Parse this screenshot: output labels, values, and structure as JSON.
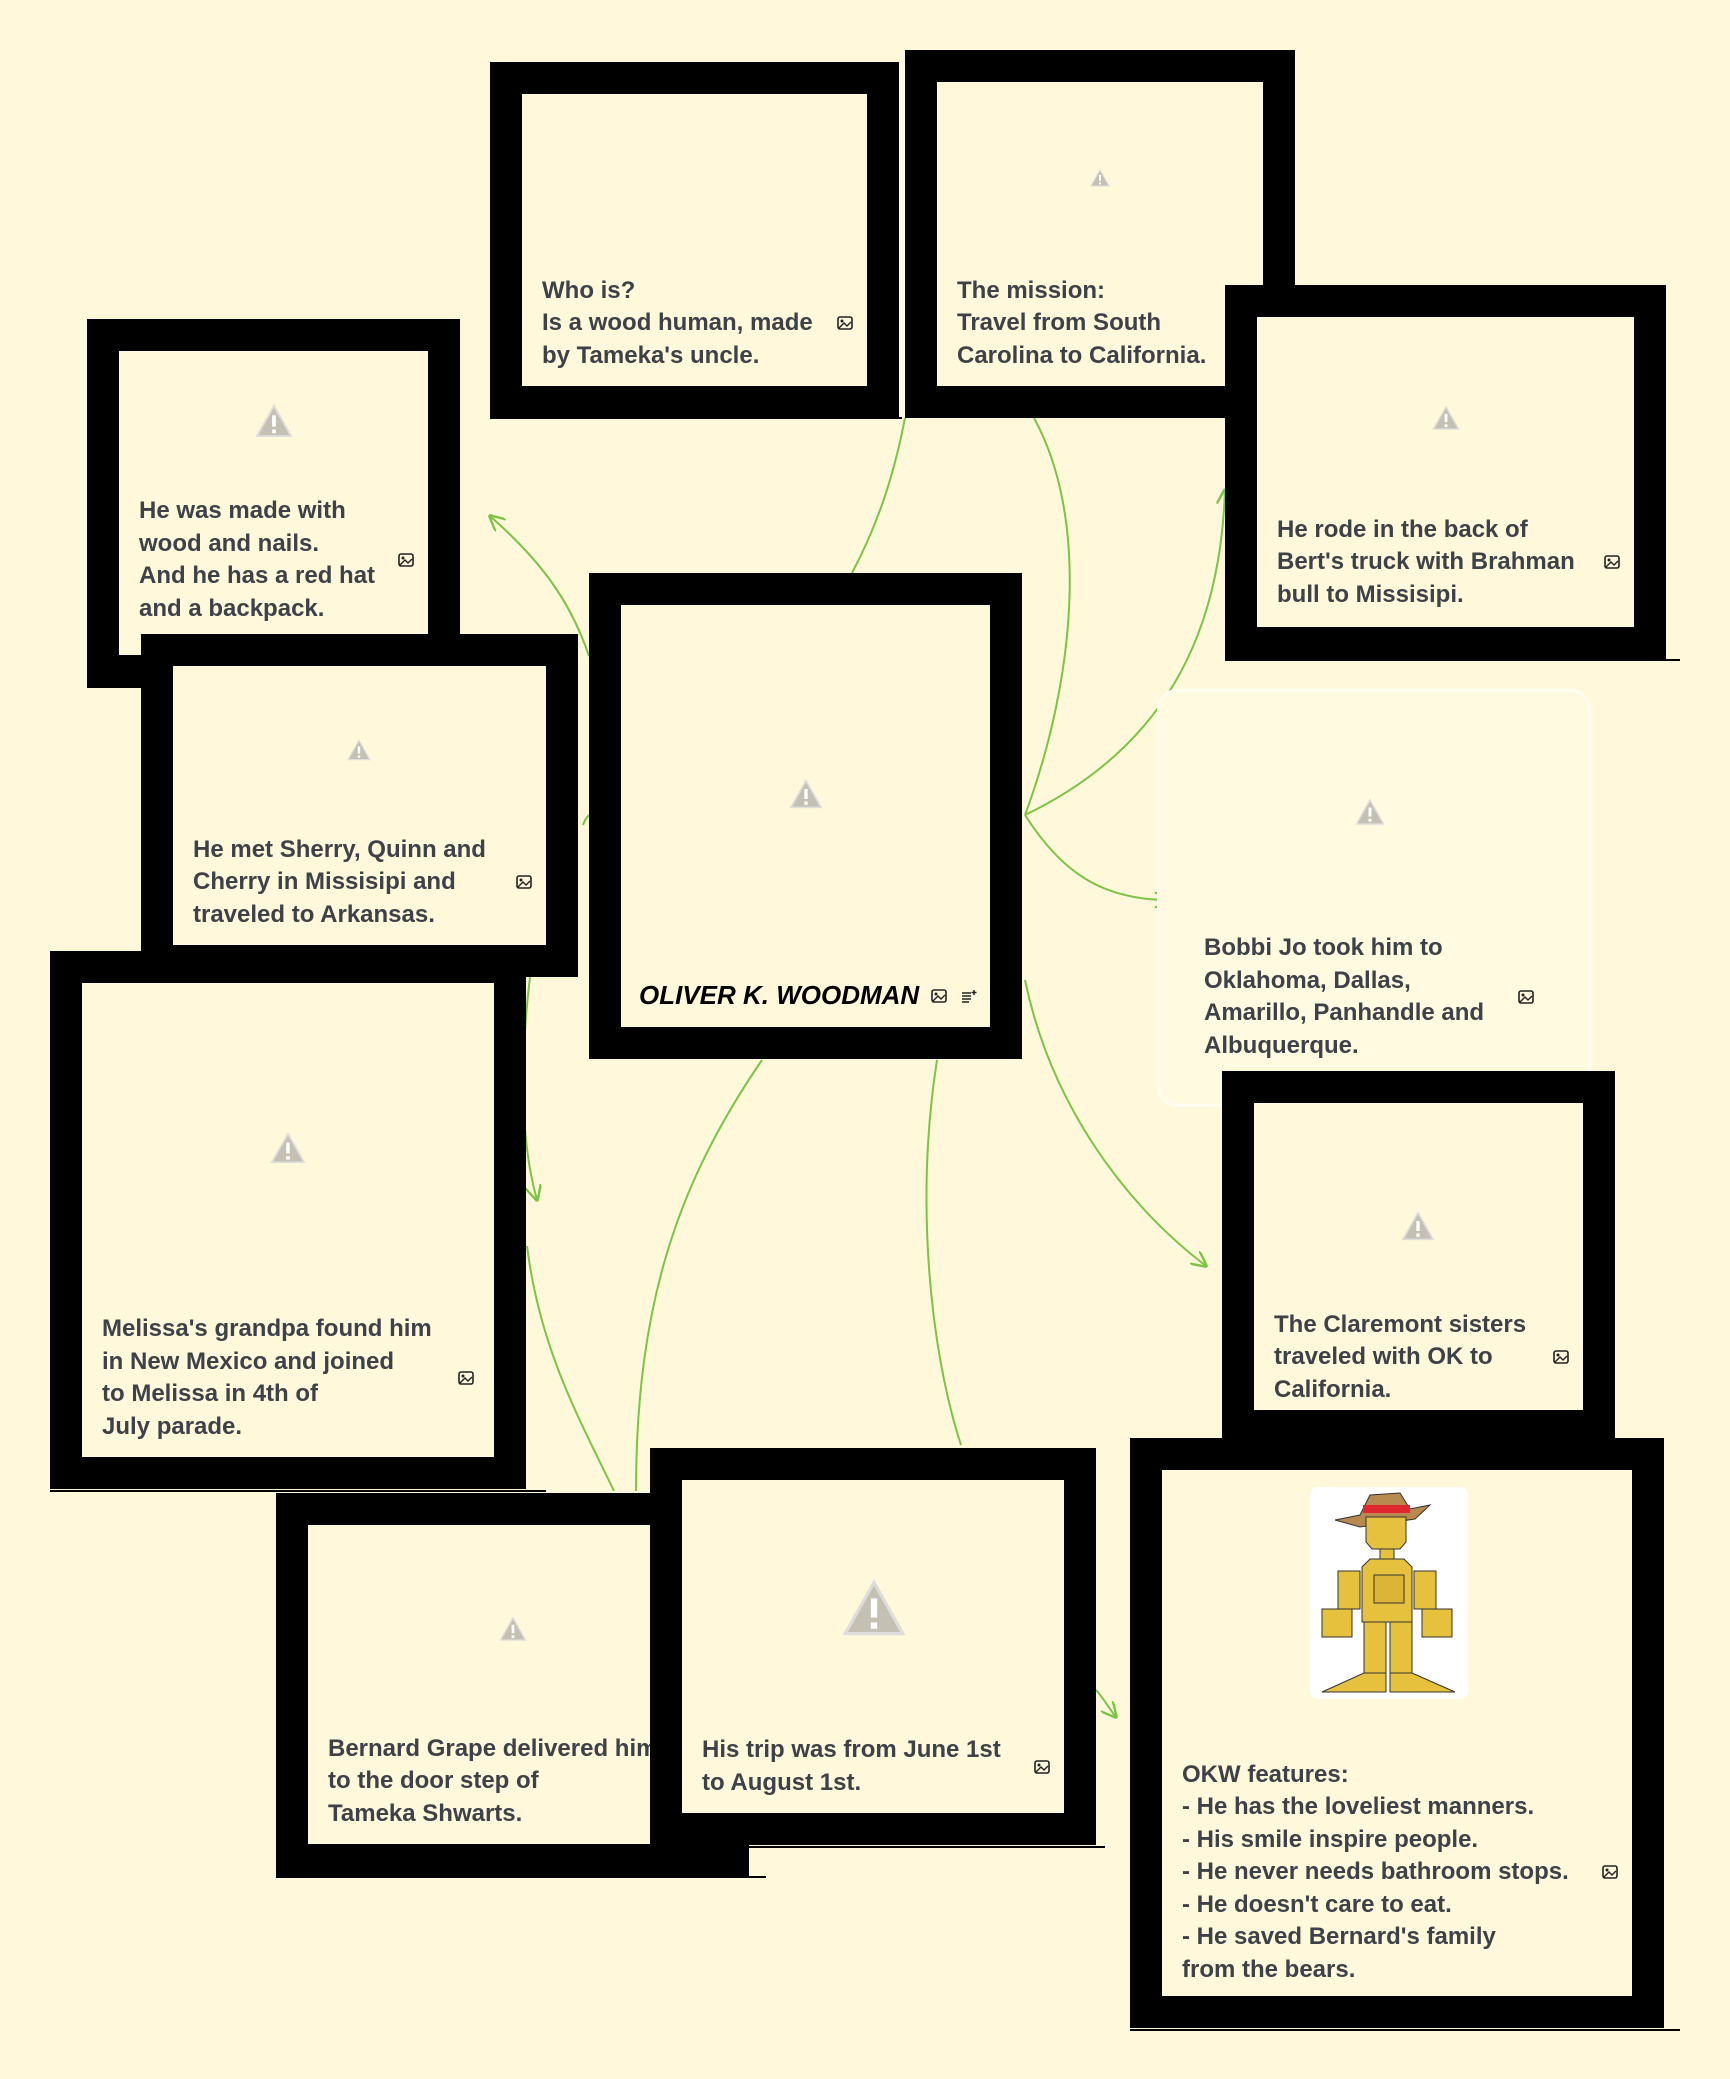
{
  "colors": {
    "background": "#fff8da",
    "border": "#000000",
    "link": "#7cc443",
    "text": "#3d4148"
  },
  "central": {
    "title": "OLIVER K. WOODMAN",
    "icons": [
      "image-icon",
      "add-note-icon"
    ]
  },
  "nodes": [
    {
      "text": "Who is?\nIs a wood human, made\nby Tameka's uncle."
    },
    {
      "text": "The mission:\nTravel from South\nCarolina to California."
    },
    {
      "text": "He rode in the back of\nBert's truck with Brahman\nbull to Missisipi."
    },
    {
      "text": "He was made with\nwood and nails.\nAnd he has a red hat\nand a backpack."
    },
    {
      "text": "He met Sherry, Quinn and\nCherry in Missisipi and\ntraveled to Arkansas."
    },
    {
      "text": "Bobbi Jo took him to\nOklahoma, Dallas,\nAmarillo, Panhandle and\nAlbuquerque."
    },
    {
      "text": "Melissa's grandpa found him\nin New Mexico and joined\nto Melissa in 4th of\nJuly parade."
    },
    {
      "text": "The Claremont sisters\ntraveled with OK to\nCalifornia."
    },
    {
      "text": "Bernard Grape delivered him\nto the door step of\nTameka Shwarts."
    },
    {
      "text": "His trip was from June 1st\nto August 1st."
    },
    {
      "text": "OKW features:\n- He has the loveliest manners.\n- His smile inspire people.\n- He never needs bathroom stops.\n- He doesn't care to eat.\n- He saved Bernard's family\nfrom the bears."
    }
  ]
}
